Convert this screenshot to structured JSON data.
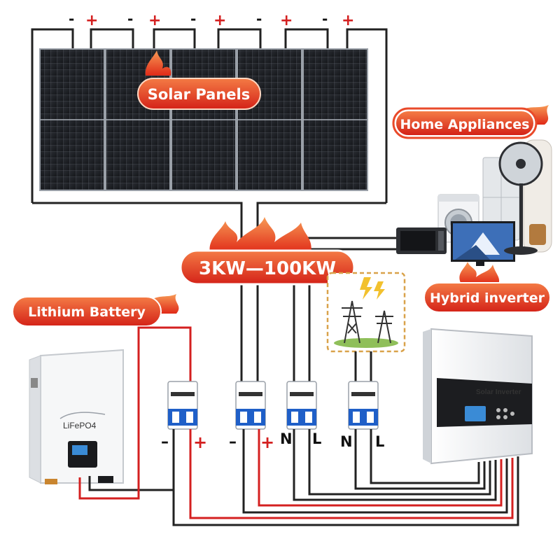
{
  "labels": {
    "solar_panels": "Solar Panels",
    "home_appliances": "Home Appliances",
    "power_range": "3KW—100KW",
    "hybrid_inverter": "Hybrid inverter",
    "lithium_battery": "Lithium Battery"
  },
  "panel_terminals": [
    "-",
    "+",
    "-",
    "+",
    "-",
    "+",
    "-",
    "+",
    "-",
    "+"
  ],
  "battery": {
    "brand": "LiFePO4"
  },
  "inverter": {
    "brand_text": "Solar Inverter"
  },
  "breaker_terminals": {
    "battery": [
      "–",
      "+"
    ],
    "pv": [
      "–",
      "+"
    ],
    "ac_out": [
      "N",
      "L"
    ],
    "grid": [
      "N",
      "L"
    ]
  },
  "colors": {
    "accent_gradient_top": "#f26b38",
    "accent_gradient_bottom": "#d8211a",
    "wire_black": "#222222",
    "wire_red": "#d42020",
    "breaker_blue": "#1f5fc8",
    "grid_box_border": "#d9a24a",
    "plus_sign": "#d42020"
  },
  "icons": [
    "flame-icon",
    "transmission-tower-icon",
    "lightning-icon"
  ]
}
